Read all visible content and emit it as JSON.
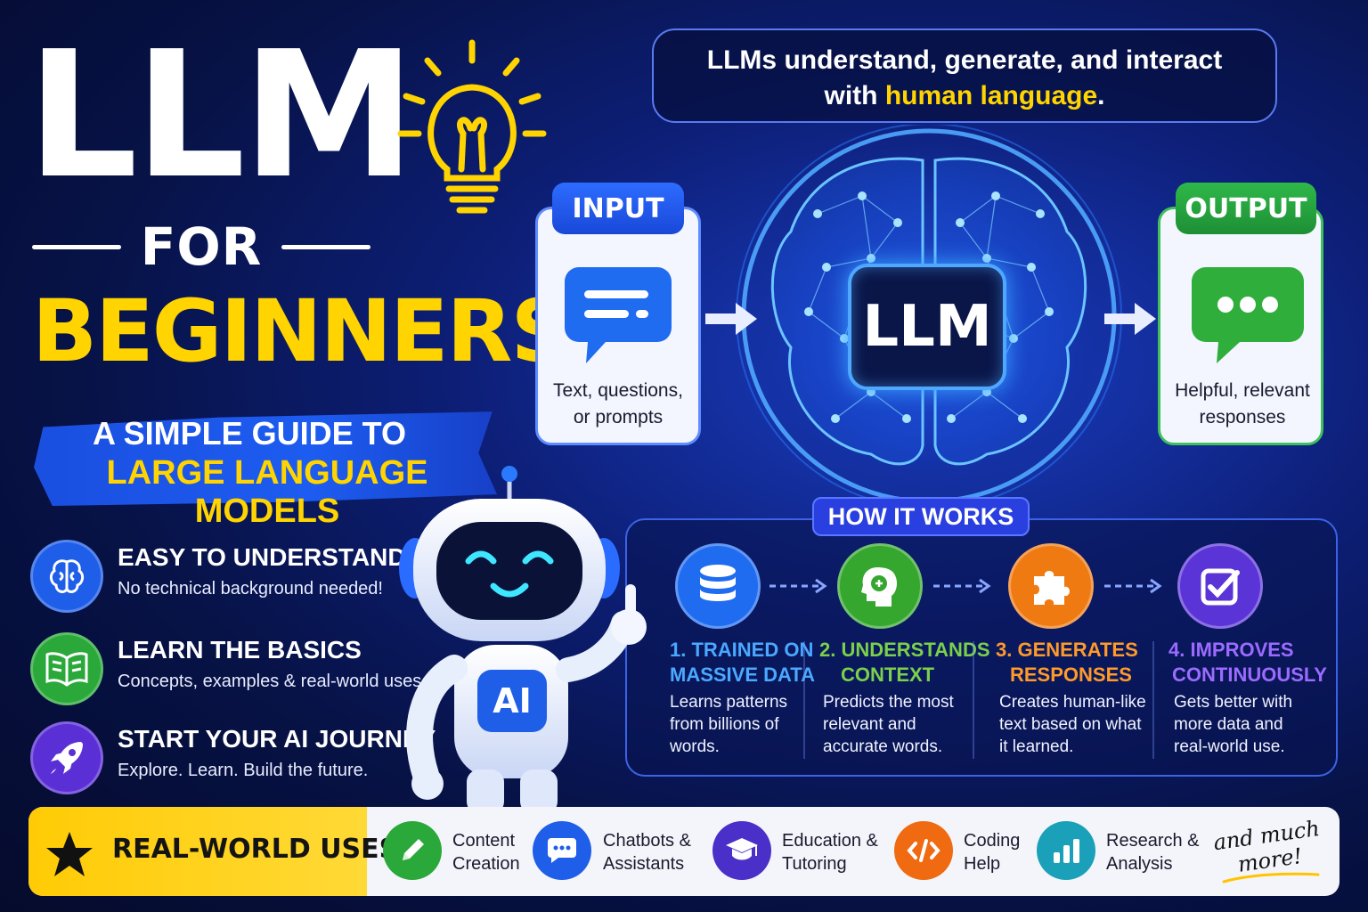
{
  "title": {
    "main": "LLM",
    "for": "FOR",
    "beginners": "BEGINNERS",
    "subtitle_line1": "A SIMPLE GUIDE TO",
    "subtitle_line2": "LARGE LANGUAGE MODELS"
  },
  "features": [
    {
      "heading": "EASY TO UNDERSTAND",
      "desc": "No technical background needed!",
      "icon": "brain-icon",
      "color": "#1e5ee8"
    },
    {
      "heading": "LEARN THE BASICS",
      "desc": "Concepts, examples & real-world uses.",
      "icon": "book-icon",
      "color": "#2aa83a"
    },
    {
      "heading": "START YOUR AI JOURNEY",
      "desc": "Explore. Learn. Build the future.",
      "icon": "rocket-icon",
      "color": "#5a2fd6"
    }
  ],
  "banner": {
    "line1": "LLMs understand, generate, and interact",
    "line2_prefix": "with ",
    "line2_highlight": "human language",
    "line2_suffix": "."
  },
  "input": {
    "label": "INPUT",
    "text_line1": "Text, questions,",
    "text_line2": "or prompts",
    "icon": "chat-lines-icon"
  },
  "center": {
    "label": "LLM",
    "icon": "brain-network-icon"
  },
  "output": {
    "label": "OUTPUT",
    "text_line1": "Helpful, relevant",
    "text_line2": "responses",
    "icon": "chat-dots-icon"
  },
  "how_it_works": {
    "title": "HOW IT WORKS",
    "steps": [
      {
        "h1": "1. TRAINED ON",
        "h2": "MASSIVE DATA",
        "d1": "Learns patterns",
        "d2": "from billions of",
        "d3": "words.",
        "icon": "database-icon",
        "color": "#1f6cf0",
        "text_color": "#4aa8ff"
      },
      {
        "h1": "2. UNDERSTANDS",
        "h2": "CONTEXT",
        "d1": "Predicts the most",
        "d2": "relevant and",
        "d3": "accurate words.",
        "icon": "head-brain-icon",
        "color": "#35a62e",
        "text_color": "#7ad04a"
      },
      {
        "h1": "3. GENERATES",
        "h2": "RESPONSES",
        "d1": "Creates human-like",
        "d2": "text based on what",
        "d3": "it learned.",
        "icon": "puzzle-icon",
        "color": "#f07a12",
        "text_color": "#ff9a2a"
      },
      {
        "h1": "4. IMPROVES",
        "h2": "CONTINUOUSLY",
        "d1": "Gets better with",
        "d2": "more data and",
        "d3": "real-world use.",
        "icon": "check-icon",
        "color": "#5b34d8",
        "text_color": "#9b6bff"
      }
    ]
  },
  "robot": {
    "badge": "AI"
  },
  "uses": {
    "label": "REAL-WORLD USES",
    "items": [
      {
        "line1": "Content",
        "line2": "Creation",
        "icon": "pencil-icon",
        "color": "#2aa83a"
      },
      {
        "line1": "Chatbots &",
        "line2": "Assistants",
        "icon": "chat-icon",
        "color": "#1e5ee8"
      },
      {
        "line1": "Education &",
        "line2": "Tutoring",
        "icon": "graduation-cap-icon",
        "color": "#4a2fc8"
      },
      {
        "line1": "Coding",
        "line2": "Help",
        "icon": "code-icon",
        "color": "#f06a12"
      },
      {
        "line1": "Research &",
        "line2": "Analysis",
        "icon": "bar-chart-icon",
        "color": "#1aa0b8"
      }
    ],
    "more_line1": "and much",
    "more_line2": "more!"
  }
}
